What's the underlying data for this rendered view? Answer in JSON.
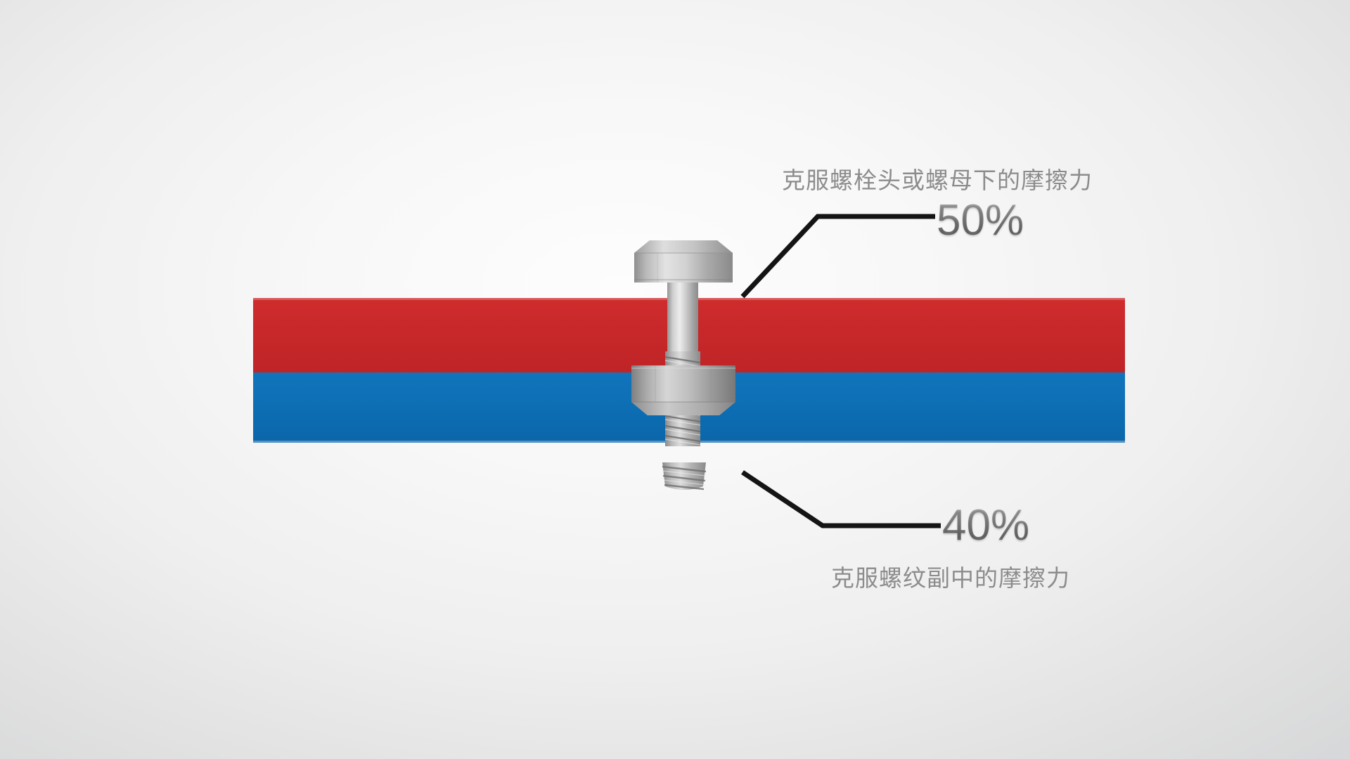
{
  "diagram": {
    "title_hidden": "",
    "background_color": "#f1f1f1",
    "annotations": [
      {
        "id": "bolt-head-friction",
        "description_text": "克服螺栓头或螺母下的摩擦力",
        "percent": "50%",
        "leader_target": "bolt-head",
        "position": "top-right"
      },
      {
        "id": "thread-friction",
        "description_text": "克服螺纹副中的摩擦力",
        "percent": "40%",
        "leader_target": "nut",
        "position": "bottom-right"
      }
    ],
    "parts": [
      {
        "name": "upper-plate",
        "color": "#c8282a",
        "label": ""
      },
      {
        "name": "lower-plate",
        "color": "#0d6eb4",
        "label": ""
      },
      {
        "name": "hex-bolt",
        "color": "#b4b4b4",
        "label": ""
      },
      {
        "name": "hex-nut",
        "color": "#9a9a9a",
        "label": ""
      },
      {
        "name": "threaded-shaft",
        "color": "#a9a9a9",
        "label": ""
      }
    ],
    "colors": {
      "red_plate": "#c8282a",
      "blue_plate": "#0d6eb4",
      "text_gray": "#8c8c8c",
      "leader_line": "#141414",
      "metal_light": "#e6e6e6",
      "metal_mid": "#b0b0b0",
      "metal_dark": "#7a7a7a"
    }
  }
}
